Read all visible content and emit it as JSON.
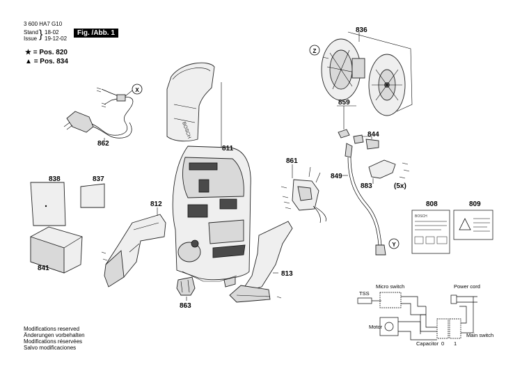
{
  "header": {
    "code": "3 600 HA7 G10",
    "stand_label": "Stand",
    "stand_value": "18-02",
    "issue_label": "Issue",
    "issue_value": "19-12-02",
    "figure": "Fig. /Abb. 1"
  },
  "legend": [
    {
      "symbol": "★",
      "text": "= Pos. 820"
    },
    {
      "symbol": "▲",
      "text": "= Pos. 834"
    }
  ],
  "footer": [
    "Modifications reserved",
    "Änderungen vorbehalten",
    "Modifications réservées",
    "Salvo modificaciones"
  ],
  "parts": {
    "p836": "836",
    "pZ": "Z",
    "pX": "X",
    "p862": "862",
    "p811": "811",
    "p859": "859",
    "p844": "844",
    "p849": "849",
    "p861": "861",
    "p883": "883",
    "p5x": "(5x)",
    "p838": "838",
    "p837": "837",
    "p812": "812",
    "p808": "808",
    "p809": "809",
    "p841": "841",
    "p813": "813",
    "p863": "863",
    "pY": "Y"
  },
  "card_brand": "BOSCH",
  "schematic": {
    "tss": "TSS",
    "micro_switch": "Micro switch",
    "power_cord": "Power cord",
    "motor": "Motor",
    "main_switch": "Main switch",
    "capacitor": "Capacitor",
    "zero": "0",
    "one": "1"
  }
}
